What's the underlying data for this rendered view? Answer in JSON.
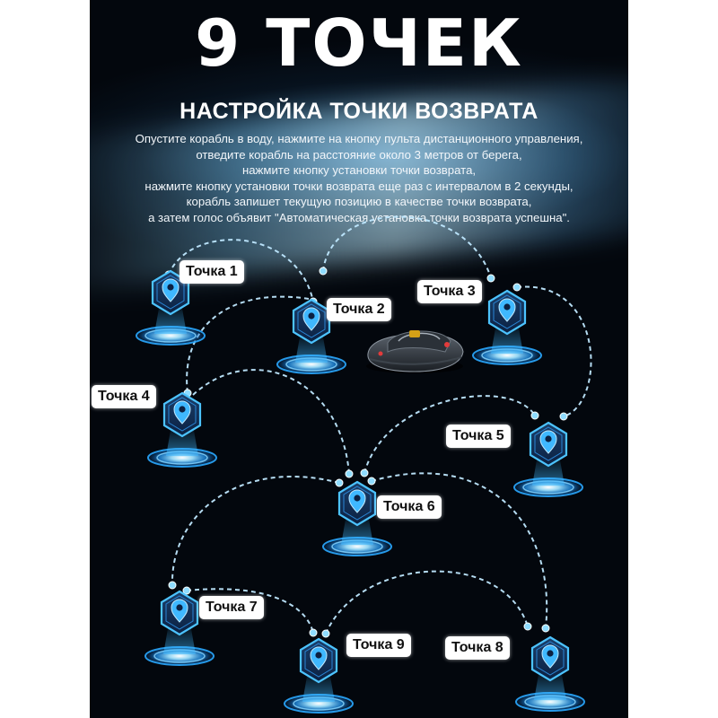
{
  "title": "9 ТОЧЕК",
  "subtitle": "НАСТРОЙКА ТОЧКИ ВОЗВРАТА",
  "description": [
    "Опустите корабль в воду, нажмите на кнопку пульта дистанционного управления,",
    "отведите корабль на расстояние около 3 метров от берега,",
    "нажмите кнопку установки точки возврата,",
    "нажмите кнопку установки точки возврата еще раз с интервалом в 2 секунды,",
    "корабль запишет текущую позицию в качестве точки возврата,",
    "а затем голос объявит \"Автоматическая установка точки возврата успешна\"."
  ],
  "waypoints": [
    {
      "label": "Точка 1"
    },
    {
      "label": "Точка 2"
    },
    {
      "label": "Точка 3"
    },
    {
      "label": "Точка 4"
    },
    {
      "label": "Точка 5"
    },
    {
      "label": "Точка 6"
    },
    {
      "label": "Точка 7"
    },
    {
      "label": "Точка 8"
    },
    {
      "label": "Точка 9"
    }
  ],
  "colors": {
    "background": "#03070d",
    "accent": "#3fb8ff",
    "path": "#bfe8ff",
    "label_bg": "#ffffff"
  },
  "icons": {
    "waypoint": "location-pin-icon",
    "boat": "boat-icon"
  }
}
